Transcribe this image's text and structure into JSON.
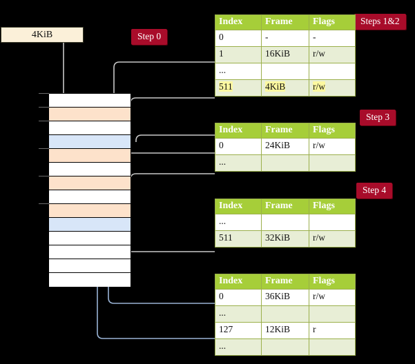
{
  "diagram": {
    "title_labels": [
      {
        "name": "step-0",
        "text": "Step 0"
      },
      {
        "name": "steps-1-2",
        "text": "Steps 1&2"
      },
      {
        "name": "step-3",
        "text": "Step 3"
      },
      {
        "name": "step-4",
        "text": "Step 4"
      }
    ],
    "source_box": {
      "label": "4KiB"
    },
    "memory_column": {
      "cells": [
        {
          "fill": "white"
        },
        {
          "fill": "orange"
        },
        {
          "fill": "white"
        },
        {
          "fill": "blue"
        },
        {
          "fill": "orange"
        },
        {
          "fill": "white"
        },
        {
          "fill": "orange"
        },
        {
          "fill": "white"
        },
        {
          "fill": "orange"
        },
        {
          "fill": "blue"
        },
        {
          "fill": "white"
        },
        {
          "fill": "white"
        },
        {
          "fill": "white"
        },
        {
          "fill": "white"
        }
      ]
    },
    "tables": [
      {
        "name": "page-table-level-0",
        "headers": [
          "Index",
          "Frame",
          "Flags"
        ],
        "rows": [
          {
            "style": "plain",
            "cells": [
              "0",
              "-",
              "-"
            ]
          },
          {
            "style": "alt",
            "cells": [
              "1",
              "16KiB",
              "r/w"
            ]
          },
          {
            "style": "plain",
            "cells": [
              "...",
              "",
              ""
            ]
          },
          {
            "style": "alt",
            "cells": [
              "511",
              "4KiB",
              "r/w"
            ],
            "highlight": [
              true,
              true,
              true
            ]
          }
        ]
      },
      {
        "name": "page-table-level-1",
        "headers": [
          "Index",
          "Frame",
          "Flags"
        ],
        "rows": [
          {
            "style": "plain",
            "cells": [
              "0",
              "24KiB",
              "r/w"
            ]
          },
          {
            "style": "alt",
            "cells": [
              "...",
              "",
              ""
            ]
          }
        ]
      },
      {
        "name": "page-table-level-2",
        "headers": [
          "Index",
          "Frame",
          "Flags"
        ],
        "rows": [
          {
            "style": "plain",
            "cells": [
              "...",
              "",
              ""
            ]
          },
          {
            "style": "alt",
            "cells": [
              "511",
              "32KiB",
              "r/w"
            ]
          }
        ]
      },
      {
        "name": "page-table-level-3",
        "headers": [
          "Index",
          "Frame",
          "Flags"
        ],
        "rows": [
          {
            "style": "plain",
            "cells": [
              "0",
              "36KiB",
              "r/w"
            ]
          },
          {
            "style": "alt",
            "cells": [
              "...",
              "",
              ""
            ]
          },
          {
            "style": "plain",
            "cells": [
              "127",
              "12KiB",
              "r"
            ]
          },
          {
            "style": "alt",
            "cells": [
              "...",
              "",
              ""
            ]
          }
        ]
      }
    ],
    "colors": {
      "background": "#000000",
      "pill": "#a80c2a",
      "table_header": "#a6ce39",
      "table_alt_row": "#e8eed6",
      "highlight": "#fcf8a0",
      "source_box": "#fbf0d9",
      "mem_orange": "#fde2cb",
      "mem_blue": "#d8e6f8",
      "wire_gray": "#c9c9c9",
      "wire_blue": "#9ab4d6"
    }
  }
}
